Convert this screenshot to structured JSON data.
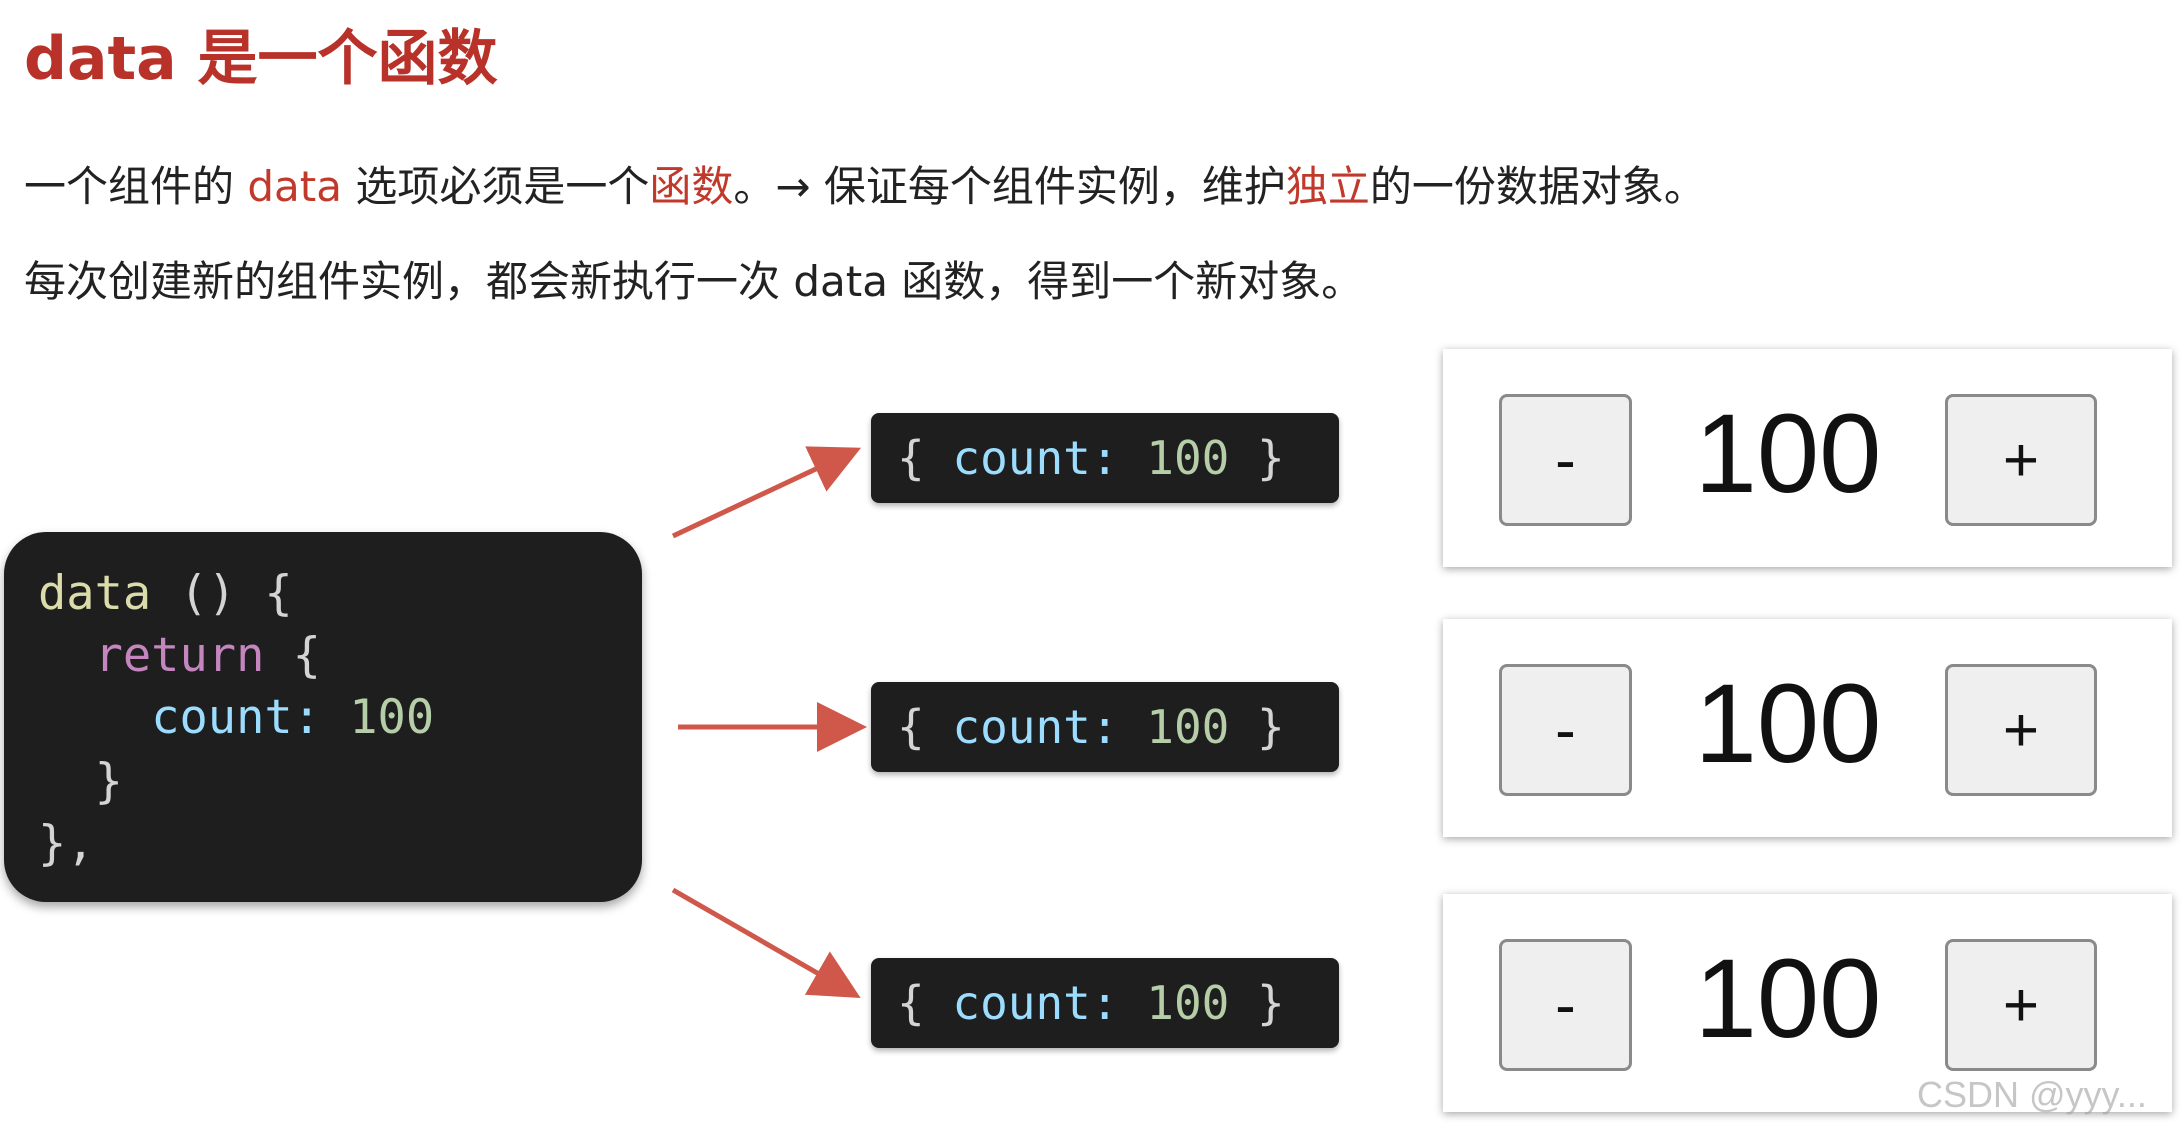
{
  "title": "data 是一个函数",
  "line1": {
    "part1": "一个组件的 ",
    "data_word": "data",
    "part2": " 选项必须是一个",
    "func_word": "函数",
    "part3": "。→  保证每个组件实例，维护",
    "indep_word": "独立",
    "part4": "的一份数据对象。"
  },
  "line2": "每次创建新的组件实例，都会新执行一次 data 函数，得到一个新对象。",
  "code": {
    "line1_fn": "data",
    "line1_rest": " () {",
    "line2_indent": "  ",
    "line2_kw": "return",
    "line2_rest": " {",
    "line3_indent": "    ",
    "line3_prop": "count",
    "line3_colon": ": ",
    "line3_num": "100",
    "line4": "  }",
    "line5": "},"
  },
  "objects": [
    {
      "open": "{ ",
      "prop": "count",
      "colon": ": ",
      "num": "100",
      "close": " }"
    },
    {
      "open": "{ ",
      "prop": "count",
      "colon": ": ",
      "num": "100",
      "close": " }"
    },
    {
      "open": "{ ",
      "prop": "count",
      "colon": ": ",
      "num": "100",
      "close": " }"
    }
  ],
  "counters": [
    {
      "minus": "-",
      "value": "100",
      "plus": "+"
    },
    {
      "minus": "-",
      "value": "100",
      "plus": "+"
    },
    {
      "minus": "-",
      "value": "100",
      "plus": "+"
    }
  ],
  "arrow_color": "#d0584a",
  "watermark": "CSDN @yyy..."
}
